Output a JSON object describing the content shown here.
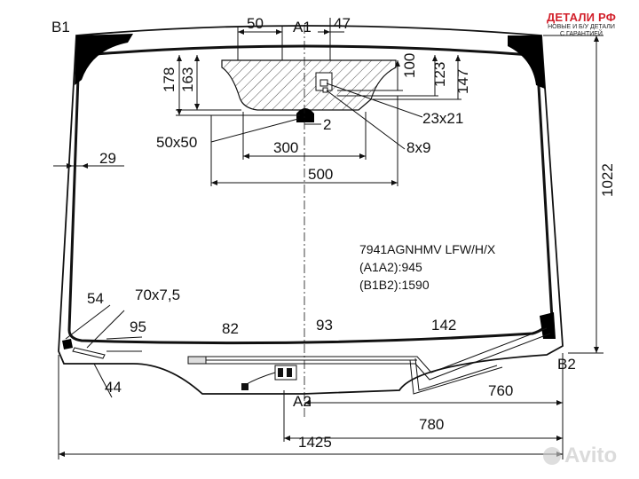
{
  "brand": {
    "name": "ДЕТАЛИ РФ",
    "tagline_line1": "НОВЫЕ И Б/У ДЕТАЛИ",
    "tagline_line2": "С ГАРАНТИЕЙ"
  },
  "watermark": "Avito",
  "labels": {
    "b1": "B1",
    "a1": "A1",
    "a2": "A2",
    "b2": "B2"
  },
  "dimensions": {
    "d50_top": "50",
    "d47": "47",
    "d178": "178",
    "d163": "163",
    "d100": "100",
    "d123": "123",
    "d147": "147",
    "d23x21": "23x21",
    "d2": "2",
    "d50x50": "50x50",
    "d300": "300",
    "d8x9": "8x9",
    "d500": "500",
    "d29": "29",
    "d1022": "1022",
    "d54": "54",
    "d70x7_5": "70x7,5",
    "d95": "95",
    "d82": "82",
    "d93": "93",
    "d142": "142",
    "d44": "44",
    "d760": "760",
    "d780": "780",
    "d1425": "1425"
  },
  "part_info": {
    "code": "7941AGNHMV LFW/H/X",
    "a1a2": "(A1A2):945",
    "b1b2": "(B1B2):1590"
  },
  "colors": {
    "line": "#111111",
    "black_fill": "#000000",
    "brand_red": "#d2202b"
  }
}
